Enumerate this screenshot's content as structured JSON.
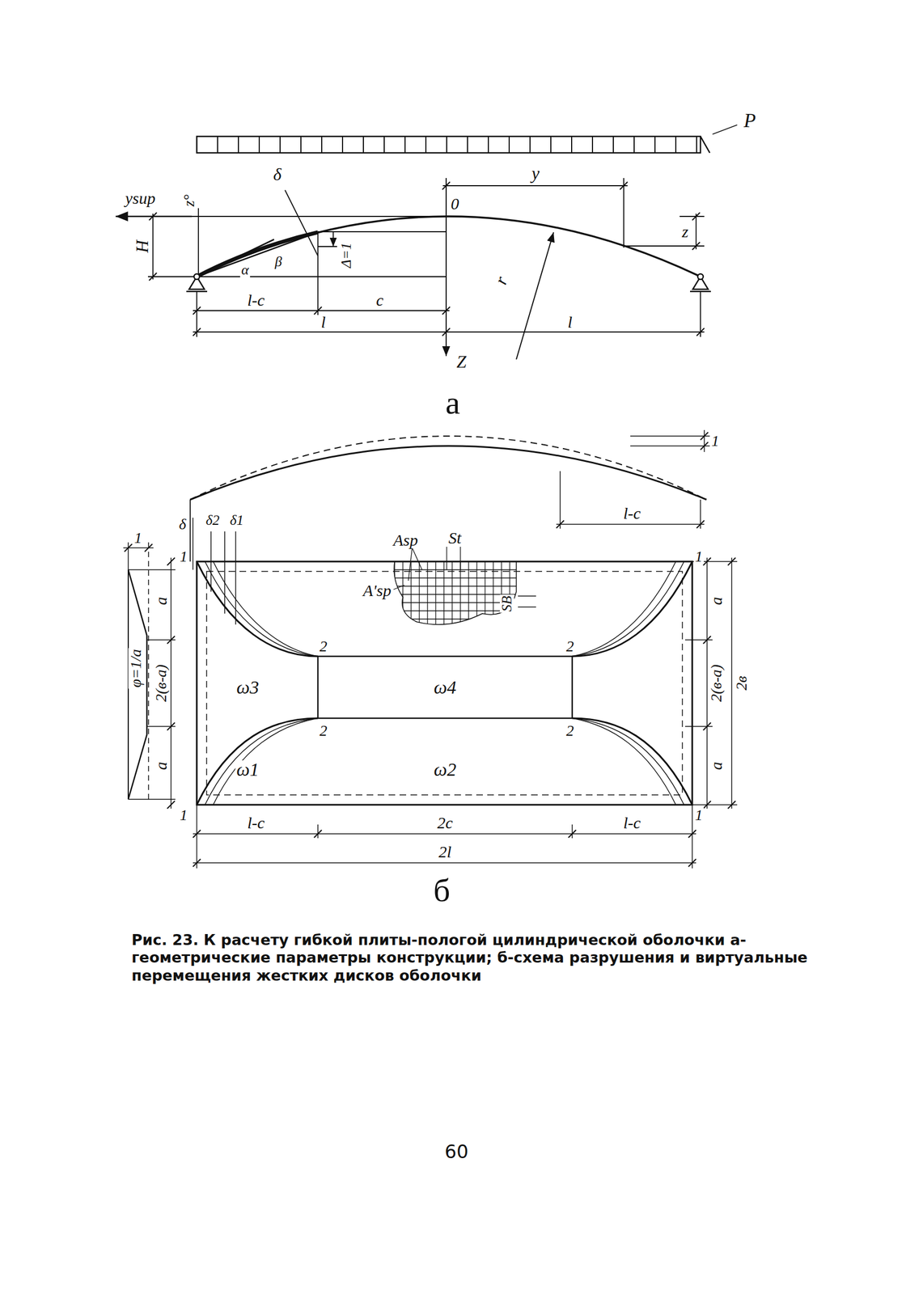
{
  "diagram": {
    "caption": "Рис. 23. К расчету гибкой плиты-пологой цилиндрической оболочки а-геометрические параметры конструкции; б-схема разрушения и виртуальные перемещения жестких дисков оболочки",
    "labels": [
      "P",
      "y",
      "δ",
      "ysup",
      "z°",
      "H",
      "0",
      "z",
      "α",
      "β",
      "Δ=1",
      "r",
      "l-c",
      "c",
      "l",
      "l",
      "Z",
      "а",
      "1",
      "l-c",
      "δ",
      "δ2",
      "δ1",
      "Asp",
      "St",
      "A'sp",
      "SB",
      "1",
      "1",
      "1",
      "a",
      "a",
      "2",
      "2",
      "φ=1/a",
      "2(в-a)",
      "ω3",
      "ω4",
      "2(в-a)",
      "2в",
      "2",
      "2",
      "ω1",
      "ω2",
      "a",
      "a",
      "1",
      "1",
      "l-c",
      "2c",
      "l-c",
      "2l",
      "б",
      "60"
    ]
  }
}
